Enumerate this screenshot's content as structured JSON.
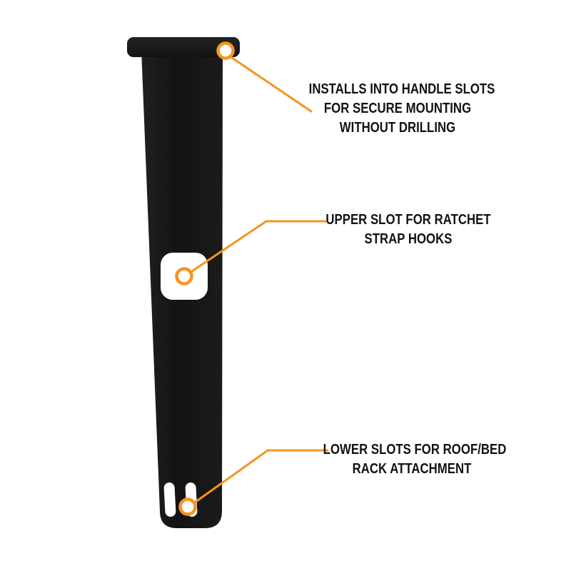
{
  "colors": {
    "accent": "#f7941e",
    "bracket_dark": "#141414",
    "bracket_light": "#202020",
    "slot": "#ffffff",
    "background": "#ffffff",
    "text": "#121212"
  },
  "annotations": {
    "handle_slots": {
      "lines": [
        "INSTALLS INTO HANDLE SLOTS",
        "FOR SECURE MOUNTING",
        "WITHOUT DRILLING"
      ]
    },
    "upper_slot": {
      "lines": [
        "UPPER SLOT FOR RATCHET",
        "STRAP HOOKS"
      ]
    },
    "lower_slots": {
      "lines": [
        "LOWER SLOTS FOR ROOF/BED",
        "RACK ATTACHMENT"
      ]
    }
  }
}
